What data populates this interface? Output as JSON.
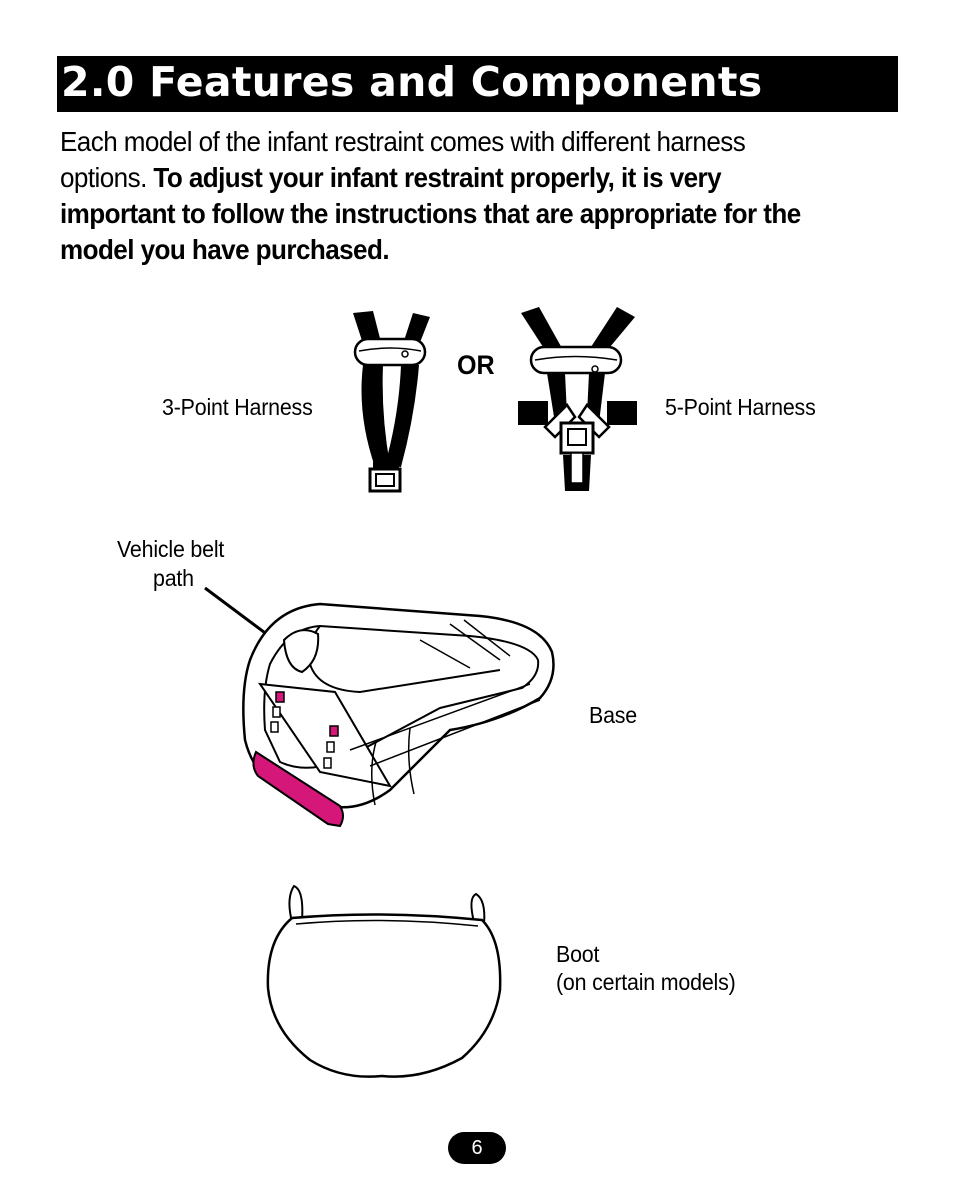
{
  "header": {
    "title": "2.0 Features and Components"
  },
  "intro": {
    "regular": "Each model of the infant restraint comes with different harness options. ",
    "bold": "To adjust your infant restraint properly, it is very important to follow the instructions that are appropriate for the model you have purchased."
  },
  "harness": {
    "three_point": "3-Point Harness",
    "or": "OR",
    "five_point": "5-Point Harness"
  },
  "base": {
    "belt_path_line1": "Vehicle belt",
    "belt_path_line2": "path",
    "label": "Base"
  },
  "boot": {
    "label_line1": "Boot",
    "label_line2": "(on certain models)"
  },
  "footer": {
    "page_number": "6"
  },
  "colors": {
    "accent": "#d6177a",
    "title_bg": "#000000"
  }
}
